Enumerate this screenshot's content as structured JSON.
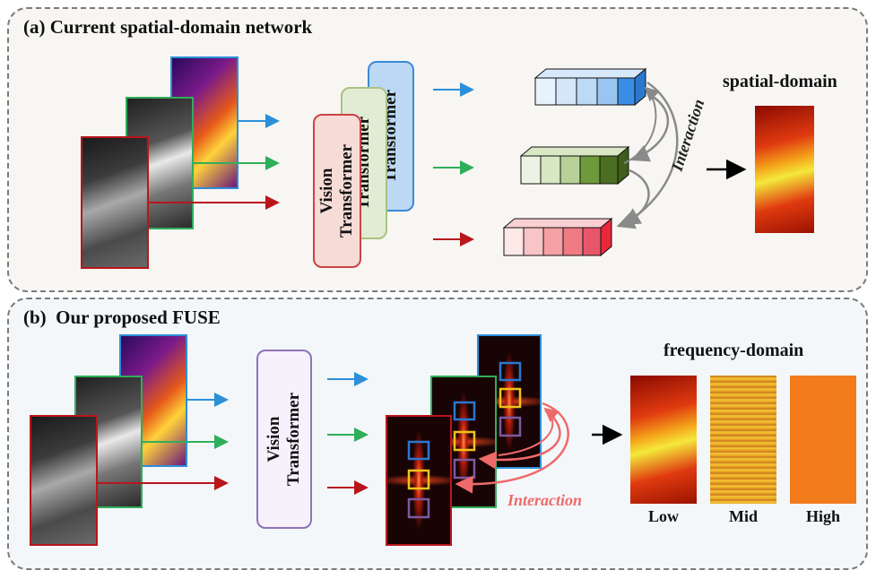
{
  "panel_a": {
    "title": "(a) Current spatial-domain network",
    "transformer_labels": [
      "Transformer",
      "Transformer"
    ],
    "vision_transformer": {
      "line1": "Vision",
      "line2": "Transformer"
    },
    "interaction": "Interaction",
    "output_label": "spatial-domain"
  },
  "panel_b": {
    "title": "(b)  Our proposed FUSE",
    "vision_transformer": {
      "line1": "Vision",
      "line2": "Transformer"
    },
    "interaction": "Interaction",
    "output_label": "frequency-domain",
    "bands": [
      "Low",
      "Mid",
      "High"
    ]
  },
  "colors": {
    "blue": "#2b8fd9",
    "green": "#2fae5a",
    "red": "#b8161b",
    "interaction_pink": "#ee6a6a"
  }
}
